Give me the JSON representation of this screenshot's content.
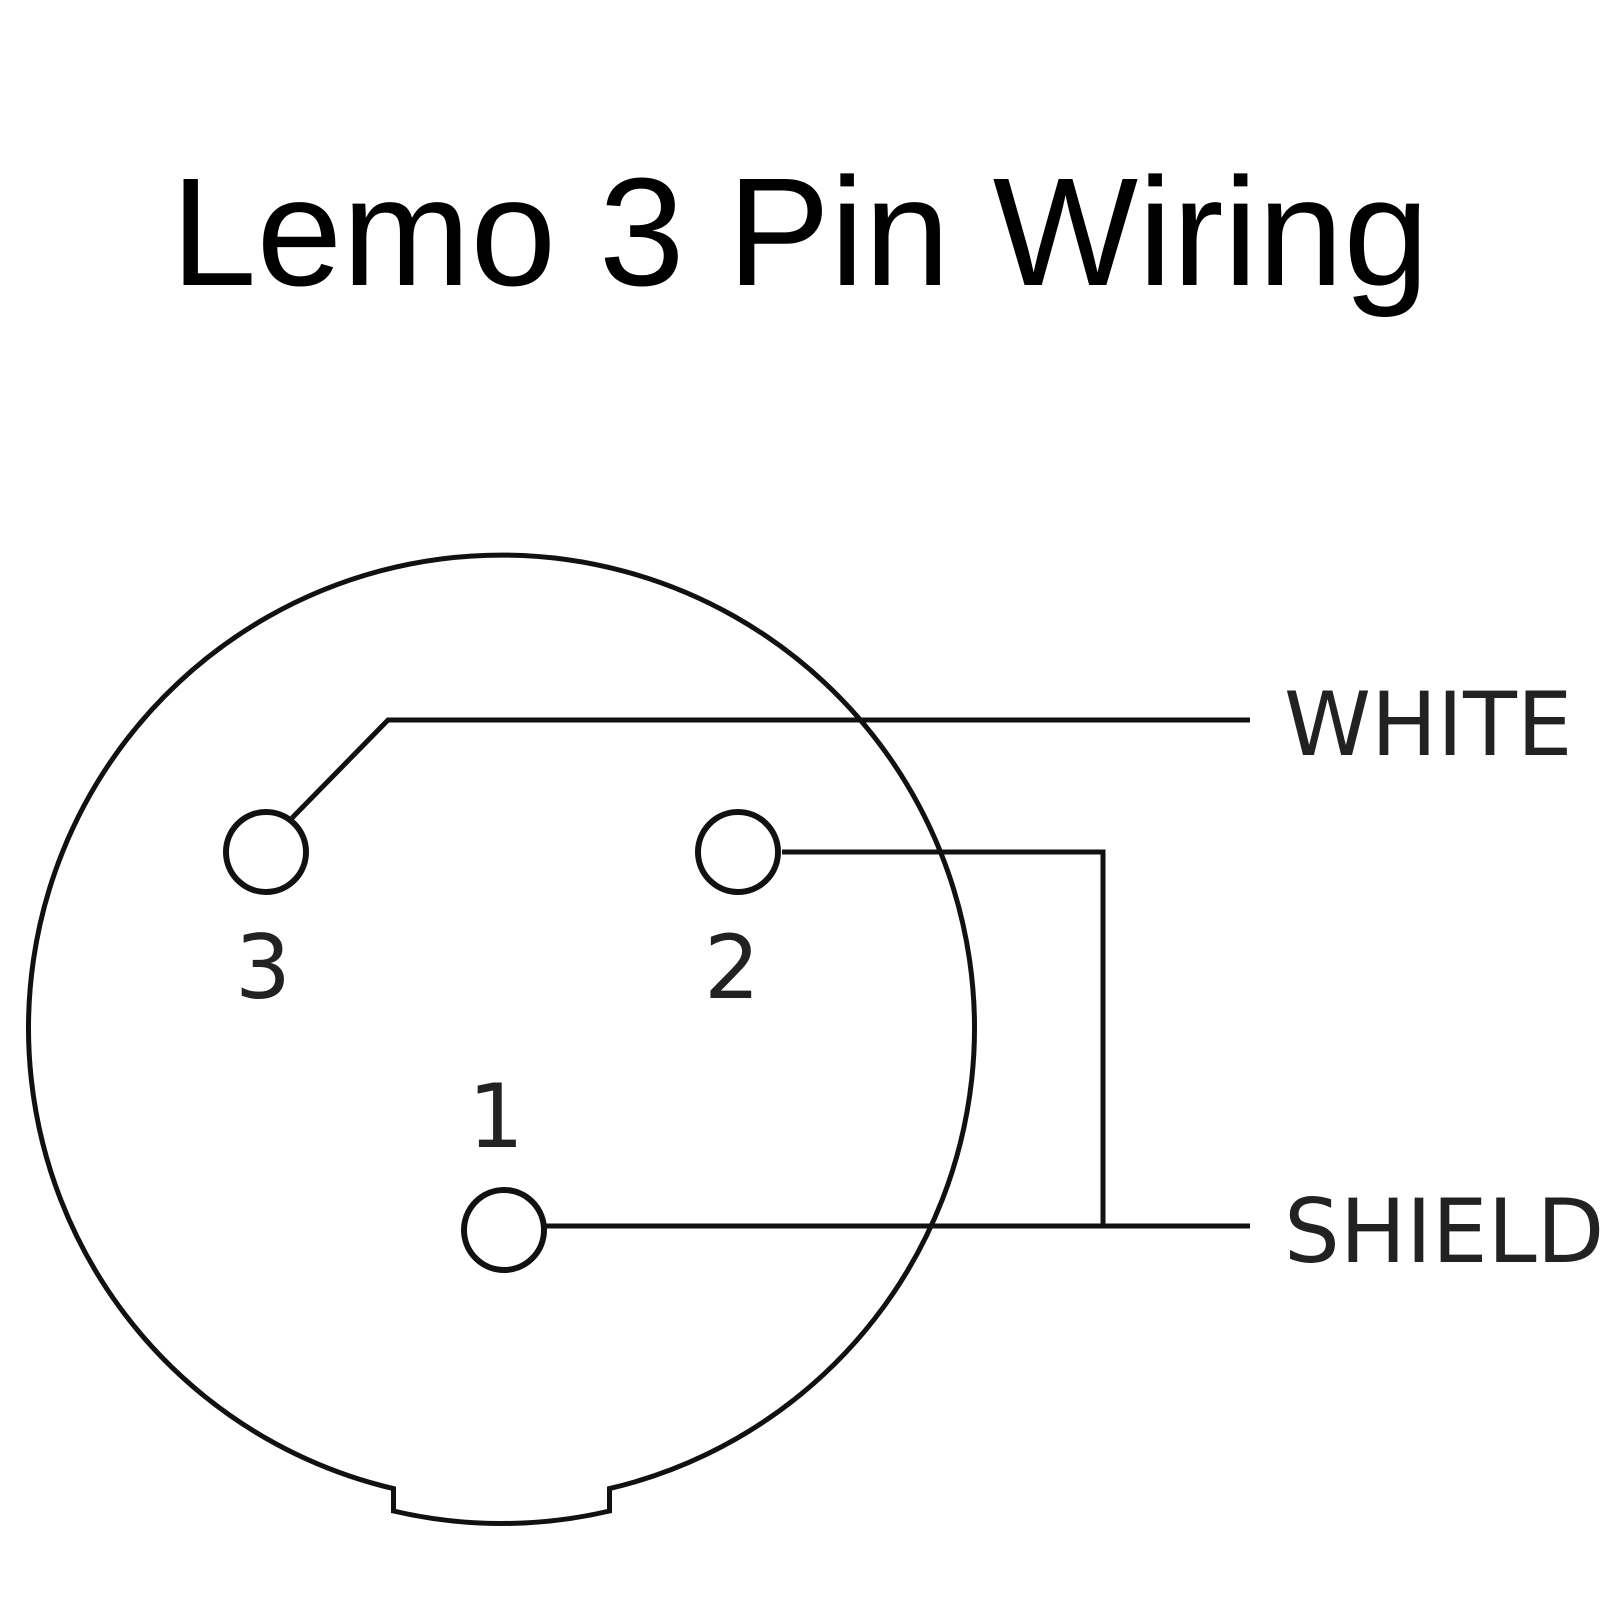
{
  "title": "Lemo 3 Pin Wiring",
  "pins": [
    {
      "number": "3",
      "wire": "WHITE"
    },
    {
      "number": "2",
      "wire": "SHIELD"
    },
    {
      "number": "1",
      "wire": "SHIELD"
    }
  ],
  "wires": {
    "white_label": "WHITE",
    "shield_label": "SHIELD"
  },
  "colors": {
    "line": "#111111",
    "text": "#000000"
  }
}
